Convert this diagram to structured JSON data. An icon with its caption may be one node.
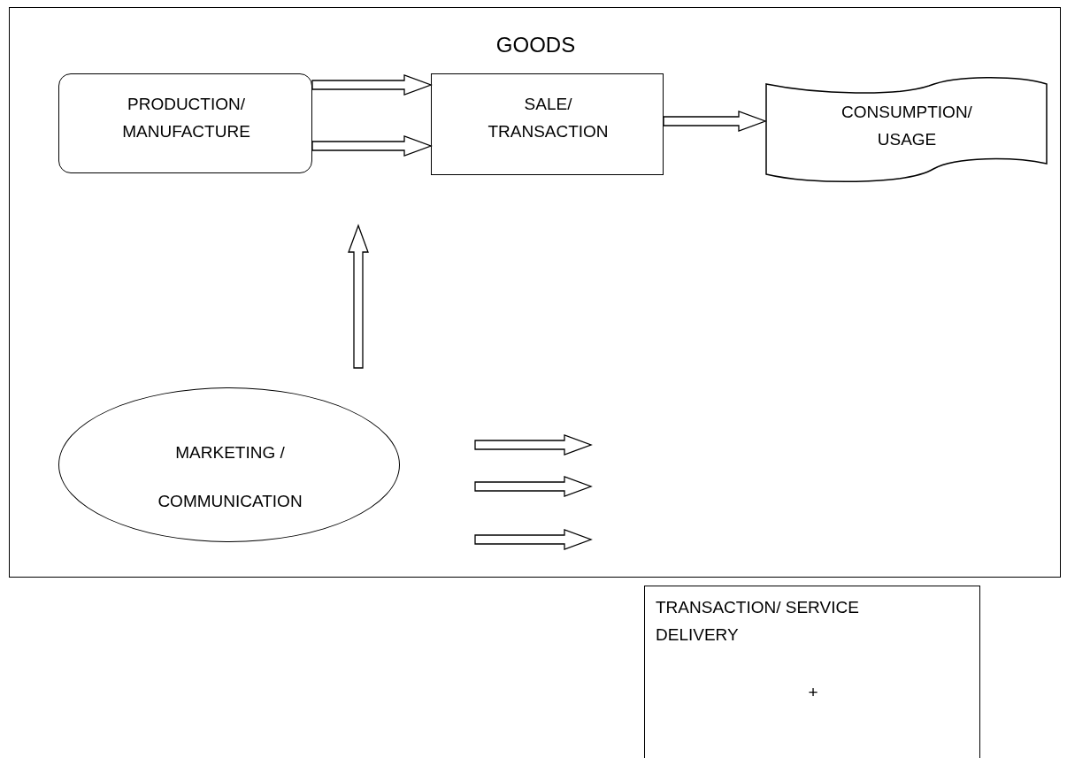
{
  "diagram": {
    "nodes": [
      {
        "text": [
          "GOODS"
        ]
      },
      {
        "text": [
          "PRODUCTION/ MANUFACTURE"
        ],
        "in": 0
      },
      {
        "text": [
          "SALE/ TRANSACTION"
        ],
        "in": 0
      },
      {
        "text": [
          "CONSUMPTION/ USAGE"
        ],
        "in": 0
      },
      {
        "text": [
          "MARKETING / COMMUNICATION"
        ],
        "in": 0
      },
      {
        "text": [
          "TRANSACTION/ SERVICE DELIVERY",
          "+"
        ]
      }
    ],
    "edges": [
      {
        "from": 1,
        "to": 2,
        "arrow": "to"
      },
      {
        "from": 1,
        "to": 2,
        "arrow": "to"
      },
      {
        "from": 2,
        "to": 3,
        "arrow": "to"
      },
      {
        "from": 4,
        "to": null,
        "arrow": "to"
      }
    ]
  }
}
